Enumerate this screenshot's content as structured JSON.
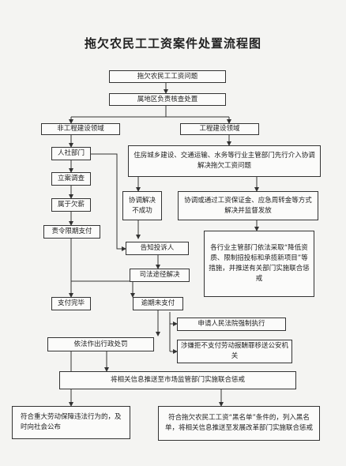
{
  "title": "拖欠农民工工资案件处置流程图",
  "nodes": {
    "problem": "拖欠农民工工资问题",
    "local_check": "属地区负责核查处置",
    "non_engineering": "非工程建设领域",
    "engineering": "工程建设领域",
    "hr_dept": "人社部门",
    "dept_intervene": "住房城乡建设、交通运输、水务等行业主管部门先行介入协调解决拖欠工资问题",
    "case_investigate": "立案调查",
    "coordinate_fail": "协调解决\n不成功",
    "coordinate_methods": "协调或通过工资保证金、应急周转金等方式解决并监督发放",
    "is_owed": "属于欠薪",
    "order_pay": "责令限期支付",
    "inform_complainant": "告知投诉人",
    "sector_measures": "各行业主管部门依法采取“降低资质、限制招投标和承揽新项目”等措施，并推送有关部门实施联合惩戒",
    "judicial_route": "司法途径解决",
    "paid_done": "支付完毕",
    "overdue_unpaid": "逾期未支付",
    "apply_court": "申请人民法院强制执行",
    "suspected_refusal": "涉嫌拒不支付劳动报酬罪移送公安机关",
    "admin_penalty": "依法作出行政处罚",
    "push_market": "将相关信息推送至市场监管部门实施联合惩戒",
    "major_violation": "符合重大劳动保障违法行为的，及时向社会公布",
    "blacklist": "符合拖欠农民工工资“黑名单”条件的，列入黑名单，将相关信息推送至发展改革部门实施联合惩戒"
  }
}
